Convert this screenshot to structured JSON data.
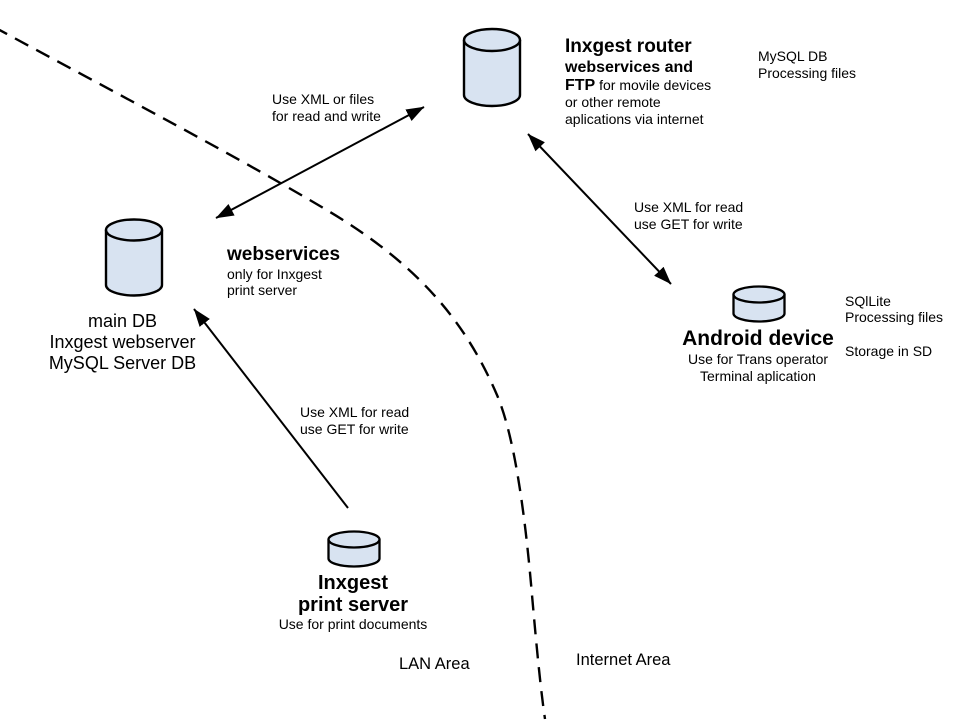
{
  "colors": {
    "cylinder_fill": "#d8e3f1",
    "stroke": "#000000",
    "background": "#ffffff"
  },
  "nodes": {
    "router": {
      "title_line1": "Inxgest router",
      "title_line2": "webservices and",
      "ftp_bold": "FTP",
      "ftp_rest": " for movile devices",
      "line4": "or other remote",
      "line5": "aplications via internet"
    },
    "main_db": {
      "line1": "main DB",
      "line2": "Inxgest webserver",
      "line3": "MySQL Server DB"
    },
    "webservices": {
      "title": "webservices",
      "line1": "only for Inxgest",
      "line2": "print server"
    },
    "android": {
      "title": "Android device",
      "line1": "Use for Trans operator",
      "line2": "Terminal aplication"
    },
    "print_server": {
      "title_line1": "Inxgest",
      "title_line2": "print server",
      "line1": "Use for print documents"
    }
  },
  "annotations": {
    "router_side_note": {
      "line1": "MySQL DB",
      "line2": "Processing files"
    },
    "xml_files": {
      "line1": "Use XML or files",
      "line2": "for read and write"
    },
    "xml_get_router_android": {
      "line1": "Use XML for read",
      "line2": "use GET for write"
    },
    "xml_get_print_db": {
      "line1": "Use XML for read",
      "line2": "use GET for write"
    },
    "sqlite_note": {
      "line1": "SQlLite",
      "line2": "Processing files",
      "line3": "Storage in SD"
    },
    "lan_area": "LAN Area",
    "internet_area": "Internet Area"
  }
}
